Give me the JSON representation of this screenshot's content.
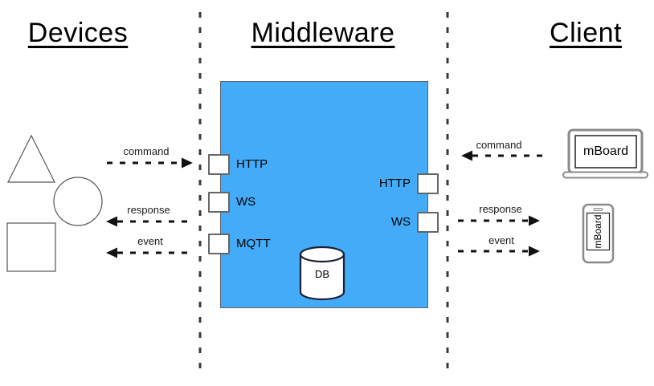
{
  "headings": {
    "devices": "Devices",
    "middleware": "Middleware",
    "client": "Client"
  },
  "device_side_flows": [
    {
      "label": "command",
      "direction": "right"
    },
    {
      "label": "response",
      "direction": "left"
    },
    {
      "label": "event",
      "direction": "left"
    }
  ],
  "client_side_flows": [
    {
      "label": "command",
      "direction": "left"
    },
    {
      "label": "response",
      "direction": "right"
    },
    {
      "label": "event",
      "direction": "right"
    }
  ],
  "middleware": {
    "left_ports": [
      "HTTP",
      "WS",
      "MQTT"
    ],
    "right_ports": [
      "HTTP",
      "WS"
    ],
    "database_label": "DB"
  },
  "client_devices": {
    "laptop_label": "mBoard",
    "phone_label": "mBoard"
  },
  "device_shapes": [
    "triangle",
    "circle",
    "square"
  ],
  "colors": {
    "middleware_box": "#43ABF7",
    "arrow": "#111111",
    "separator": "#3a3a3a"
  }
}
